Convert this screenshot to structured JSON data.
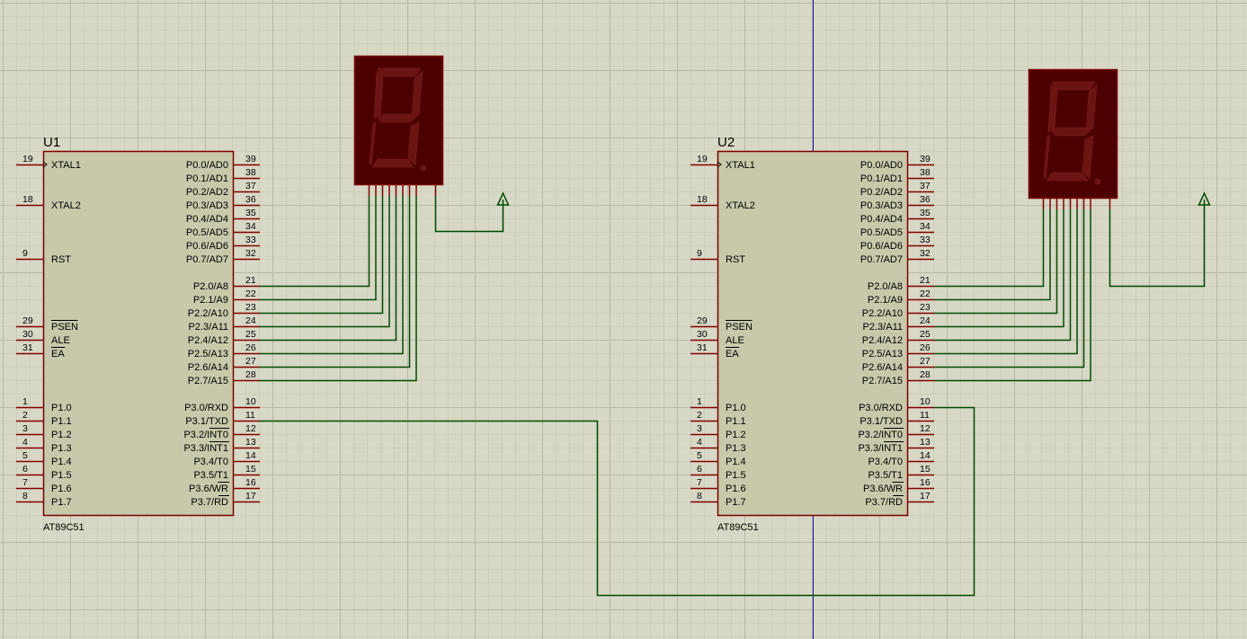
{
  "colors": {
    "background": "#d8d8c6",
    "grid": "#c2c2ae",
    "chip_body": "#c8c8ab",
    "chip_border": "#7a0000",
    "pin": "#800000",
    "wire": "#004a00",
    "cursor_line": "#1a1aa8",
    "display_body": "#4d0000",
    "display_segment": "#6b1414"
  },
  "chips": [
    {
      "reference": "U1",
      "part_name": "AT89C51",
      "left_pins": [
        {
          "num": "19",
          "label": "XTAL1"
        },
        {
          "num": "18",
          "label": "XTAL2"
        },
        {
          "num": "9",
          "label": "RST"
        },
        {
          "num": "29",
          "label": "PSEN"
        },
        {
          "num": "30",
          "label": "ALE"
        },
        {
          "num": "31",
          "label": "EA"
        },
        {
          "num": "1",
          "label": "P1.0"
        },
        {
          "num": "2",
          "label": "P1.1"
        },
        {
          "num": "3",
          "label": "P1.2"
        },
        {
          "num": "4",
          "label": "P1.3"
        },
        {
          "num": "5",
          "label": "P1.4"
        },
        {
          "num": "6",
          "label": "P1.5"
        },
        {
          "num": "7",
          "label": "P1.6"
        },
        {
          "num": "8",
          "label": "P1.7"
        }
      ],
      "right_pins": [
        {
          "num": "39",
          "label": "P0.0/AD0"
        },
        {
          "num": "38",
          "label": "P0.1/AD1"
        },
        {
          "num": "37",
          "label": "P0.2/AD2"
        },
        {
          "num": "36",
          "label": "P0.3/AD3"
        },
        {
          "num": "35",
          "label": "P0.4/AD4"
        },
        {
          "num": "34",
          "label": "P0.5/AD5"
        },
        {
          "num": "33",
          "label": "P0.6/AD6"
        },
        {
          "num": "32",
          "label": "P0.7/AD7"
        },
        {
          "num": "21",
          "label": "P2.0/A8"
        },
        {
          "num": "22",
          "label": "P2.1/A9"
        },
        {
          "num": "23",
          "label": "P2.2/A10"
        },
        {
          "num": "24",
          "label": "P2.3/A11"
        },
        {
          "num": "25",
          "label": "P2.4/A12"
        },
        {
          "num": "26",
          "label": "P2.5/A13"
        },
        {
          "num": "27",
          "label": "P2.6/A14"
        },
        {
          "num": "28",
          "label": "P2.7/A15"
        },
        {
          "num": "10",
          "label": "P3.0/RXD"
        },
        {
          "num": "11",
          "label": "P3.1/TXD"
        },
        {
          "num": "12",
          "label": "P3.2/INT0"
        },
        {
          "num": "13",
          "label": "P3.3/INT1"
        },
        {
          "num": "14",
          "label": "P3.4/T0"
        },
        {
          "num": "15",
          "label": "P3.5/T1"
        },
        {
          "num": "16",
          "label": "P3.6/WR"
        },
        {
          "num": "17",
          "label": "P3.7/RD"
        }
      ]
    },
    {
      "reference": "U2",
      "part_name": "AT89C51",
      "left_pins": [
        {
          "num": "19",
          "label": "XTAL1"
        },
        {
          "num": "18",
          "label": "XTAL2"
        },
        {
          "num": "9",
          "label": "RST"
        },
        {
          "num": "29",
          "label": "PSEN"
        },
        {
          "num": "30",
          "label": "ALE"
        },
        {
          "num": "31",
          "label": "EA"
        },
        {
          "num": "1",
          "label": "P1.0"
        },
        {
          "num": "2",
          "label": "P1.1"
        },
        {
          "num": "3",
          "label": "P1.2"
        },
        {
          "num": "4",
          "label": "P1.3"
        },
        {
          "num": "5",
          "label": "P1.4"
        },
        {
          "num": "6",
          "label": "P1.5"
        },
        {
          "num": "7",
          "label": "P1.6"
        },
        {
          "num": "8",
          "label": "P1.7"
        }
      ],
      "right_pins": [
        {
          "num": "39",
          "label": "P0.0/AD0"
        },
        {
          "num": "38",
          "label": "P0.1/AD1"
        },
        {
          "num": "37",
          "label": "P0.2/AD2"
        },
        {
          "num": "36",
          "label": "P0.3/AD3"
        },
        {
          "num": "35",
          "label": "P0.4/AD4"
        },
        {
          "num": "34",
          "label": "P0.5/AD5"
        },
        {
          "num": "33",
          "label": "P0.6/AD6"
        },
        {
          "num": "32",
          "label": "P0.7/AD7"
        },
        {
          "num": "21",
          "label": "P2.0/A8"
        },
        {
          "num": "22",
          "label": "P2.1/A9"
        },
        {
          "num": "23",
          "label": "P2.2/A10"
        },
        {
          "num": "24",
          "label": "P2.3/A11"
        },
        {
          "num": "25",
          "label": "P2.4/A12"
        },
        {
          "num": "26",
          "label": "P2.5/A13"
        },
        {
          "num": "27",
          "label": "P2.6/A14"
        },
        {
          "num": "28",
          "label": "P2.7/A15"
        },
        {
          "num": "10",
          "label": "P3.0/RXD"
        },
        {
          "num": "11",
          "label": "P3.1/TXD"
        },
        {
          "num": "12",
          "label": "P3.2/INT0"
        },
        {
          "num": "13",
          "label": "P3.3/INT1"
        },
        {
          "num": "14",
          "label": "P3.4/T0"
        },
        {
          "num": "15",
          "label": "P3.5/T1"
        },
        {
          "num": "16",
          "label": "P3.6/WR"
        },
        {
          "num": "17",
          "label": "P3.7/RD"
        }
      ]
    }
  ],
  "displays": [
    {
      "type": "7-segment-common-anode"
    },
    {
      "type": "7-segment-common-anode"
    }
  ],
  "connections": [
    {
      "from": "U1.P2.0-P2.7",
      "to": "display-1.segments"
    },
    {
      "from": "U2.P2.0-P2.7",
      "to": "display-2.segments"
    },
    {
      "from": "U1.P3.1/TXD",
      "to": "U2.P3.0/RXD"
    },
    {
      "from": "display-1.common",
      "to": "power"
    },
    {
      "from": "display-2.common",
      "to": "power"
    }
  ]
}
